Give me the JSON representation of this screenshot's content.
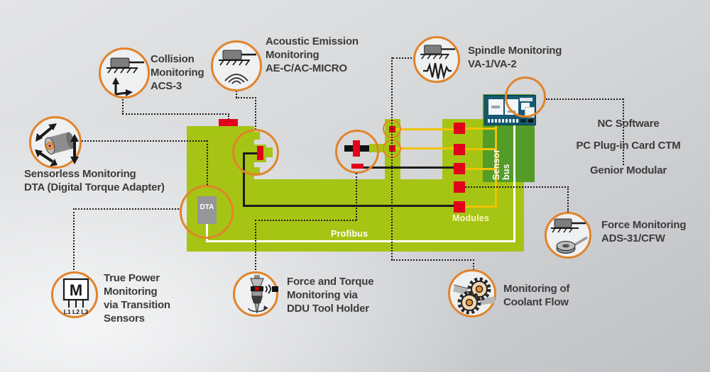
{
  "colors": {
    "lightGreen": "#a6c414",
    "darkGreen": "#549c28",
    "red": "#e2001a",
    "orange": "#e2832a",
    "yellow": "#f0c300",
    "gray": "#949698",
    "hmi": "#155a72",
    "text": "#3b3b3b",
    "line": "#1c1c1c",
    "circleFill": "#eff0f2"
  },
  "callouts": {
    "collision": {
      "label": "Collision\nMonitoring\nACS-3"
    },
    "acoustic": {
      "label": "Acoustic Emission\nMonitoring\nAE-C/AC-MICRO"
    },
    "spindle": {
      "label": "Spindle Monitoring\nVA-1/VA-2"
    },
    "nc_software": {
      "lines": [
        "NC Software",
        "PC Plug-in Card CTM",
        "Genior Modular"
      ]
    },
    "sensorless": {
      "label": "Sensorless Monitoring\nDTA (Digital Torque Adapter)"
    },
    "true_power": {
      "label": "True Power\nMonitoring\nvia Transition\nSensors",
      "icon_letter": "M",
      "icon_phases": "L1 L2 L3"
    },
    "ddu": {
      "label": "Force and Torque\nMonitoring via\nDDU Tool Holder"
    },
    "coolant": {
      "label": "Monitoring of\nCoolant Flow"
    },
    "force": {
      "label": "Force Monitoring\nADS-31/CFW"
    }
  },
  "machine": {
    "profibus_label": "Profibus",
    "modules_label": "Modules",
    "sensor_bus_label": "Sensor bus",
    "dta_label": "DTA"
  }
}
